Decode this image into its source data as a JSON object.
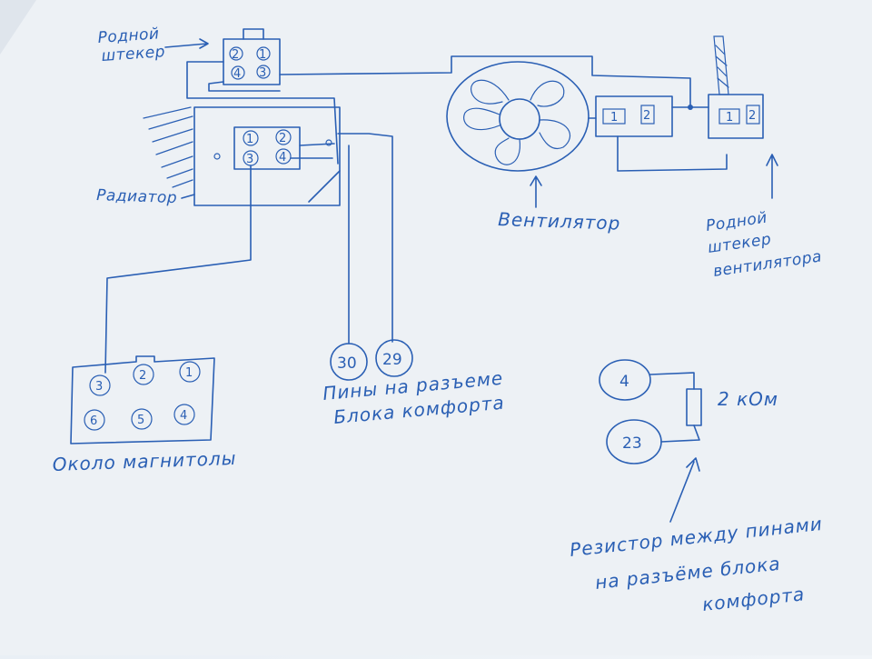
{
  "colors": {
    "ink": "#2a5fb4",
    "paper": "#eef2f6"
  },
  "top_connector": {
    "label_lines": [
      "Родной",
      "штекер"
    ],
    "pins": [
      "2",
      "1",
      "4",
      "3"
    ]
  },
  "radiator": {
    "label": "Радиатор"
  },
  "radiator_connector": {
    "pins": [
      "1",
      "2",
      "3",
      "4"
    ]
  },
  "fan": {
    "label": "Вентилятор",
    "connector_pins": [
      "1",
      "2"
    ]
  },
  "fan_native_connector": {
    "label_lines": [
      "Родной",
      "штекер",
      "вентилятора"
    ],
    "pins": [
      "1",
      "2"
    ]
  },
  "radio_connector": {
    "label": "Около магнитолы",
    "pins": [
      "3",
      "2",
      "1",
      "6",
      "5",
      "4"
    ]
  },
  "ecu_pins": {
    "pins": [
      "30",
      "29"
    ],
    "label_lines": [
      "Пины на разъеме",
      "Блока комфорта"
    ]
  },
  "resistor": {
    "pins": [
      "4",
      "23"
    ],
    "value": "2 кОм",
    "note_lines": [
      "Резистор между пинами",
      "на разъёме блока",
      "комфорта"
    ]
  }
}
